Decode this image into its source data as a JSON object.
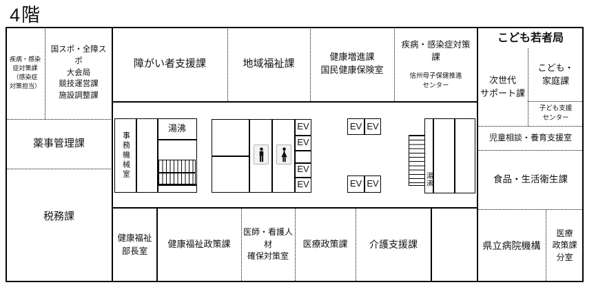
{
  "title": "4階",
  "colors": {
    "line": "#000000",
    "background": "#ffffff",
    "text": "#111111"
  },
  "left_column": {
    "disease_control": "疾病・感染\n症対策課\n（感染症\n対策担当）",
    "kokuspo": "国スポ・全障ス\nポ\n大会局\n競技運営課\n施設調整課",
    "pharmaceutical_affairs": "薬事管理課",
    "tax_division": "税務課"
  },
  "top_row": {
    "disability_support": "障がい者支援課",
    "regional_welfare": "地域福祉課",
    "health_promotion": "健康増進課\n国民健康保険室",
    "infectious_disease": "疾病・感染症対策\n課",
    "infectious_disease_sub": "信州母子保健推進\nセンター"
  },
  "kodomo_bureau": {
    "header": "こども若者局",
    "next_generation_support": "次世代\nサポート課",
    "kodomo_katei": "こども・\n家庭課",
    "kodomo_shien_center": "子ども支援\nセンター",
    "child_consultation": "児童相談・養育支援室",
    "food_hygiene": "食品・生活衛生課",
    "prefectural_hospital": "県立病院機構",
    "medical_policy_branch": "医療\n政策課\n分室"
  },
  "bottom_row": {
    "health_welfare_director": "健康福祉\n部長室",
    "health_welfare_policy": "健康福祉政策課",
    "doctor_nurse_hr": "医師・看護人\n材\n確保対策室",
    "medical_policy": "医療政策課",
    "care_support": "介護支援課"
  },
  "core": {
    "office_machine_room": "事務機械室",
    "hot_water_left": "湯沸",
    "hot_water_right": "湯沸",
    "elevator": "EV"
  },
  "icons": {
    "man": "man-restroom-icon",
    "woman": "woman-restroom-icon"
  }
}
